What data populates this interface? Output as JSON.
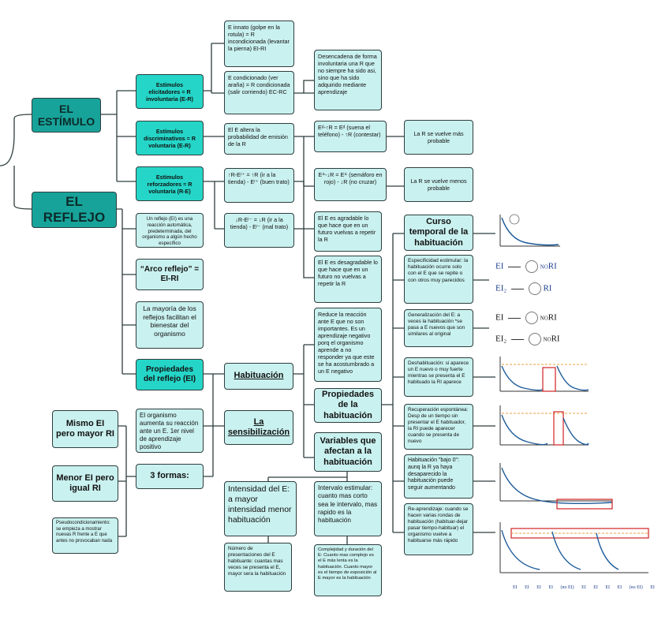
{
  "colors": {
    "dark": "#18a39a",
    "medium": "#25d6c8",
    "light": "#c9f1ef",
    "line": "#2e3d3d",
    "curve": "#1d5b9a",
    "highlight": "#d22222",
    "threshold": "#e8a33c"
  },
  "root": {
    "estimulo": "EL ESTÍMULO",
    "reflejo": "EL REFLEJO"
  },
  "estimulo": {
    "elicitadores": "Estímulos elicitadores = R involuntaria (E-R)",
    "discriminativos": "Estímulos discriminativos = R voluntaria (E-R)",
    "reforzadores": "Estímulos reforzadores = R voluntaria (R-E)",
    "e_innato": "E innato (golpe en la rotula) = R incondicionada (levantar la pierna) EI-RI",
    "e_condicionado": "E condicionado (ver araña) = R condicionada (salir corriendo) EC-RC",
    "desencadena": "Desencadena de forma involuntaria una R que no siempre ha sido asi, sino que ha sido adquirido mediante aprendizaje",
    "altera": "El E altera la probabilidad de emisión de la R",
    "ed": "Eᵈ-↑R = Eᵈ (suena el teléfono) - ↑R (contestar)",
    "ed_result": "La R se vuelve más probable",
    "edelta": "Eᐞ-↓R = Eᐞ (semáforo en rojo) - ↓R (no cruzar)",
    "edelta_result": "La R se vuelve menos probable",
    "ref_pos": "↑R-Eʳ⁺ = ↑R (ir a la tienda) - Eʳ⁺ (buen trato)",
    "ref_neg": "↓R-Eʳ⁻ = ↓R (ir a la tienda) - Eʳ⁻ (mal trato)",
    "agradable": "El E es agradable lo que hace que en un futuro vuelvas a repetir la R",
    "desagradable": "El E es desagradable lo que hace que en un futuro no vuelvas a repetir la R"
  },
  "reflejo": {
    "definicion": "Un reflejo (EI) es una reacción automática, predeterminada, del organismo a algún hecho específico",
    "arco": "“Arco reflejo” = EI-RI",
    "mayoria": "La mayoría de los reflejos facilitan el bienestar del organismo",
    "propiedades": "Propiedades del reflejo (EI)",
    "habituacion": "Habituación",
    "sensibilizacion": "La sensibilización",
    "sens_desc": "El organismo aumenta su reacción ante un E. 1er nivel de aprendizaje positivo",
    "formas": "3 formas:",
    "mismo": "Mismo EI pero mayor RI",
    "menor": "Menor EI pero igual RI",
    "pseudo": "Pseudocondicionamiento: se empieza a mostrar nuevas R frente a E que antes no provocaban nada",
    "reduce": "Reduce la reacción ante E que no son importantes. Es un aprendizaje negativo porq el organismo aprende a no responder ya que este se ha acostumbrado a un E negativo",
    "prop_hab": "Propiedades de la habituación",
    "variables": "Variables que afectan a la habituación",
    "intensidad": "Intensidad del E: a mayor intensidad menor habituación",
    "intervalo": "Intervalo estimular: cuanto mas corto sea le intervalo, mas rapido es la habituación",
    "numero": "Número de presentaciones del E habituante: cuantas mas veces se presenta el E, mayor sera la habituación",
    "complejidad": "Complejidad y duración del E: Cuanto mas complejo es el E más lenta es la habituación. Cuanto mayor es el tiempo de exposición al E mayor es la habituación"
  },
  "propiedades_hab": {
    "curso": "Curso temporal de la habituación",
    "especificidad": "Especificidad estimular: la habituación ocurre solo con el E que se repite o con otros muy parecidos",
    "generalizacion": "Generalización del E: a veces la habituación *se pasa a E nuevos que son similares al original",
    "deshabituacion": "Deshabituación: si aparece un E nuevo o muy fuerte mientras se presenta el E habituado la RI aparece",
    "recuperacion": "Recuperación espontánea: Desp de un tiempo sin presentar el E habituador, la RI puede aparecer cuando se presenta de nuevo",
    "bajo_cero": "Habituación \"bajo 0\": aunq la R ya haya desaparecido la habituación puede seguir aumentando",
    "reaprendizaje": "Re-aprendizaje: cuando se hacen varias rondas de habituación (habituar-dejar pasar tiempo-habituar) el organismo vuelve a habituarse más rápido"
  },
  "illustrations": {
    "ei": "EI",
    "ei2": "EI₂",
    "ri": "RI",
    "no": "NO",
    "x_labels": [
      "EI",
      "EI",
      "EI",
      "EI",
      "(no EI)",
      "EI",
      "EI",
      "EI",
      "EI",
      "(no EI)",
      "EI"
    ]
  }
}
